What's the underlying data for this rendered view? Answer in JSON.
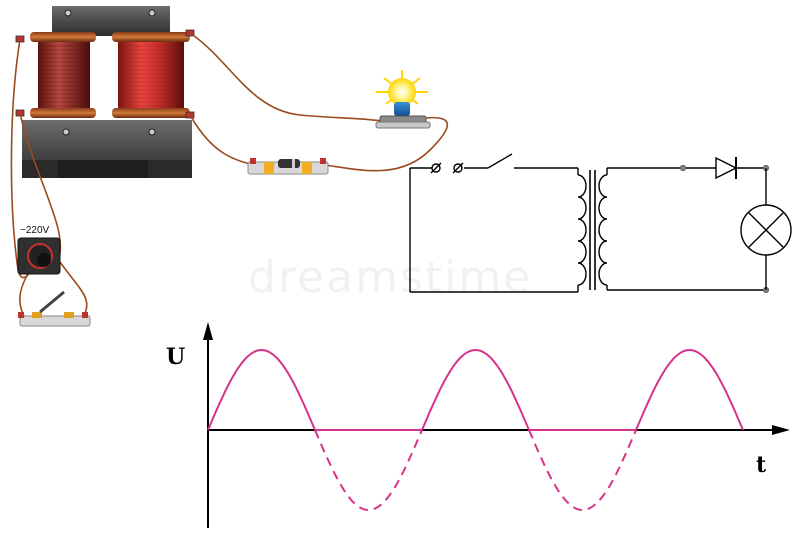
{
  "supply": {
    "label": "~220V"
  },
  "watermark": {
    "text": "dreamstime"
  },
  "graph": {
    "y_axis_label": "U",
    "x_axis_label": "t"
  },
  "colors": {
    "waveform": "#d6338c",
    "wire": "#9a4a1e",
    "coil": "#c9302c",
    "axis": "#000000"
  },
  "chart_data": {
    "type": "line",
    "xlabel": "t",
    "ylabel": "U",
    "series": [
      {
        "style": "solid",
        "description_points": "rectified positive half-cycles",
        "half_cycles": [
          1,
          3,
          5
        ]
      },
      {
        "style": "dashed",
        "description_points": "blocked negative half-cycles",
        "half_cycles": [
          2,
          4
        ]
      }
    ]
  }
}
